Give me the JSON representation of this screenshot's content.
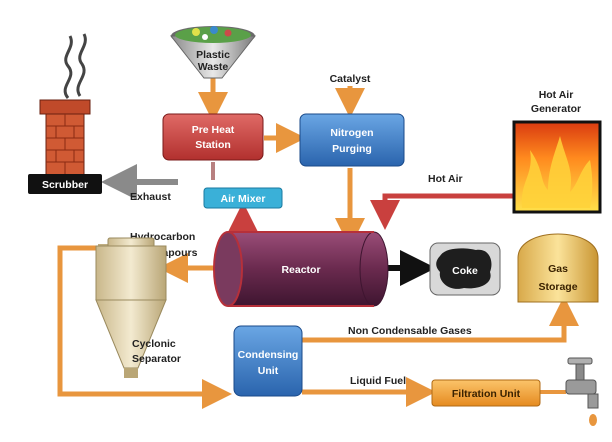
{
  "diagram": {
    "nodes": {
      "plastic_waste": [
        "Plastic",
        "Waste"
      ],
      "pre_heat": [
        "Pre Heat",
        "Station"
      ],
      "nitrogen": [
        "Nitrogen",
        "Purging"
      ],
      "catalyst": "Catalyst",
      "hot_air_generator": [
        "Hot Air",
        "Generator"
      ],
      "scrubber": "Scrubber",
      "exhaust": "Exhaust",
      "air_mixer": "Air Mixer",
      "hot_air": "Hot Air",
      "hydrocarbon_vapours": [
        "Hydrocarbon",
        "Vapours"
      ],
      "reactor": "Reactor",
      "coke": "Coke",
      "gas_storage": [
        "Gas",
        "Storage"
      ],
      "cyclonic_separator": [
        "Cyclonic",
        "Separator"
      ],
      "condensing_unit": [
        "Condensing",
        "Unit"
      ],
      "non_condensable_gases": "Non Condensable Gases",
      "liquid_fuel": "Liquid Fuel",
      "filtration_unit": "Filtration Unit"
    },
    "colors": {
      "red_box": "#c9403e",
      "blue_box": "#3a7cc4",
      "arrow_orange": "#f0a050",
      "arrow_red": "#c9403e",
      "reactor": "#6a2a4e",
      "filtration": "#f4a23c"
    }
  }
}
